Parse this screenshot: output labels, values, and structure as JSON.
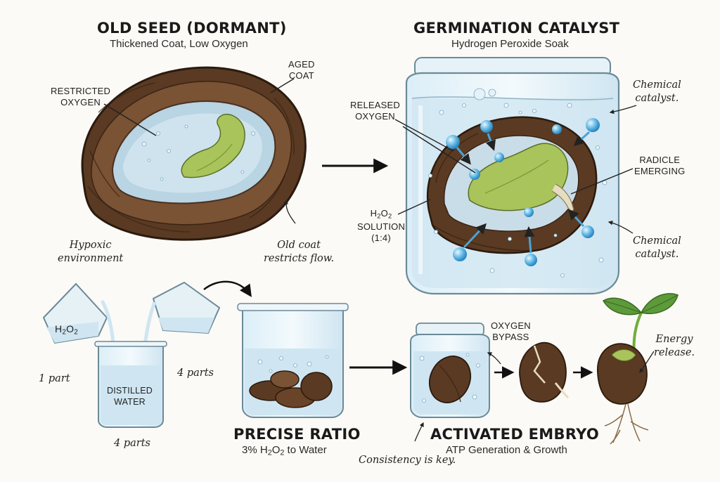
{
  "panels": {
    "old_seed": {
      "title": "OLD SEED (DORMANT)",
      "subtitle": "Thickened Coat, Low Oxygen"
    },
    "catalyst": {
      "title": "GERMINATION CATALYST",
      "subtitle": "Hydrogen Peroxide Soak"
    },
    "ratio": {
      "title": "PRECISE RATIO",
      "subtitle_pre": "3% H",
      "subtitle_sub": "2",
      "subtitle_mid": "O",
      "subtitle_sub2": "2",
      "subtitle_post": " to Water"
    },
    "embryo": {
      "title": "ACTIVATED EMBRYO",
      "subtitle": "ATP Generation & Growth"
    }
  },
  "labels": {
    "restricted_oxygen": [
      "RESTRICTED",
      "OXYGEN"
    ],
    "aged_coat": [
      "AGED",
      "COAT"
    ],
    "released_oxygen": [
      "RELEASED",
      "OXYGEN"
    ],
    "radicle_emerging": [
      "RADICLE",
      "EMERGING"
    ],
    "h2o2_solution": {
      "h": "H",
      "two": "2",
      "o": "O",
      "two_b": "2",
      "line2": "SOLUTION",
      "line3": "(1:4)"
    },
    "oxygen_bypass": [
      "OXYGEN",
      "BYPASS"
    ],
    "distilled_water": [
      "DISTILLED",
      "WATER"
    ],
    "beaker_left": {
      "h": "H",
      "two": "2",
      "o": "O",
      "two_b": "2"
    }
  },
  "notes": {
    "hypoxic": [
      "Hypoxic",
      "environment"
    ],
    "old_coat": [
      "Old coat",
      "restricts flow."
    ],
    "chemical_catalyst_top": [
      "Chemical",
      "catalyst."
    ],
    "chemical_catalyst_bottom": [
      "Chemical",
      "catalyst."
    ],
    "one_part": "1 part",
    "four_parts_right": "4 parts",
    "four_parts_bottom": "4 parts",
    "consistency": "Consistency is key.",
    "energy_release": [
      "Energy",
      "release."
    ]
  },
  "colors": {
    "seed_brown": "#5a3a22",
    "seed_dark": "#3a2415",
    "embryo_green": "#a8c45a",
    "water_blue": "#cfe6f2",
    "bubble_blue": "#5fb6e3",
    "leaf_green": "#5d9a3a"
  }
}
